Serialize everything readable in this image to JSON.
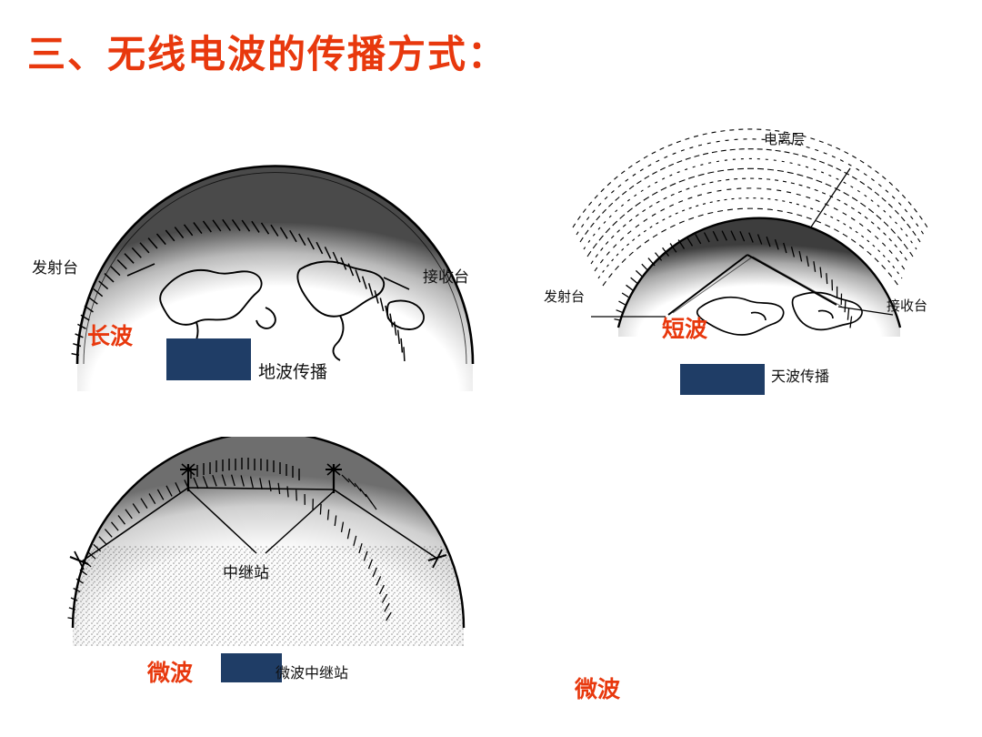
{
  "page": {
    "title": "三、无线电波的传播方式：",
    "title_color": "#e8380d",
    "accent_box_color": "#1f3d66",
    "background": "#ffffff"
  },
  "figures": [
    {
      "id": "ground-wave",
      "mode_label": "长波",
      "caption": "地波传播",
      "annotations": [
        {
          "name": "transmitter",
          "text": "发射台"
        },
        {
          "name": "receiver",
          "text": "接收台"
        }
      ]
    },
    {
      "id": "sky-wave",
      "mode_label": "短波",
      "caption": "天波传播",
      "annotations": [
        {
          "name": "ionosphere",
          "text": "电离层"
        },
        {
          "name": "transmitter",
          "text": "发射台"
        },
        {
          "name": "receiver",
          "text": "接收台"
        }
      ]
    },
    {
      "id": "microwave-relay",
      "mode_label": "微波",
      "caption": "微波中继站",
      "annotations": [
        {
          "name": "relay-station",
          "text": "中继站"
        }
      ]
    }
  ],
  "extra_labels": [
    {
      "name": "microwave-note",
      "text": "微波"
    }
  ]
}
